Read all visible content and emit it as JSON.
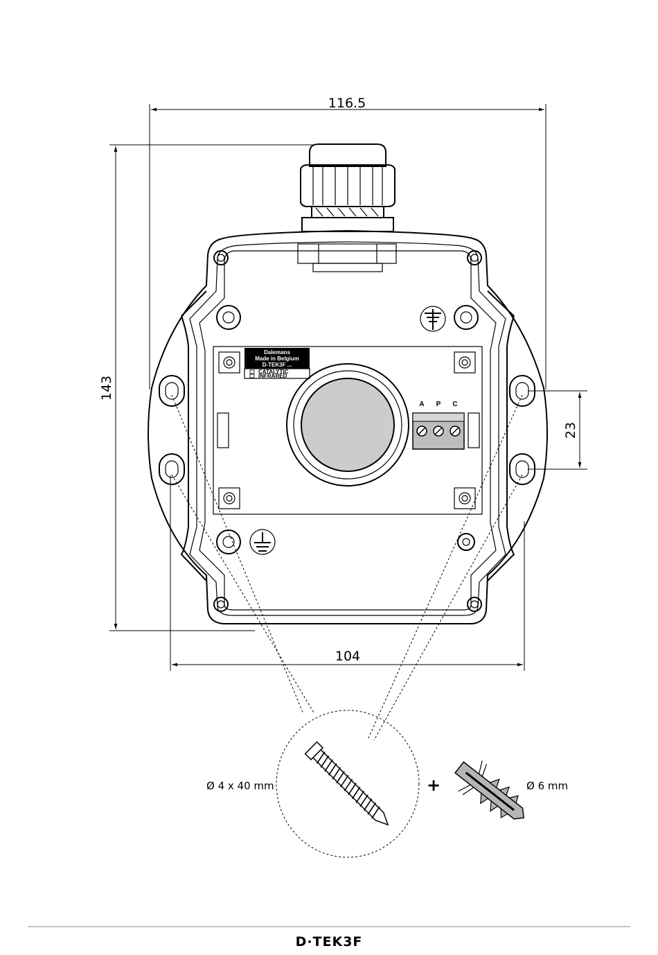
{
  "dimensions": {
    "overall_width": "116.5",
    "overall_height": "143",
    "hole_spacing_horizontal": "104",
    "hole_spacing_vertical": "23"
  },
  "product_label": {
    "line1": "Dalemans",
    "line2": "Made in Belgium",
    "line3": "D-TEK3F ...",
    "options": [
      "CATALYTIC",
      "INFRARED"
    ]
  },
  "terminals": [
    "A",
    "P",
    "C"
  ],
  "hardware": {
    "screw_spec": "Ø 4 x 40 mm",
    "plus_sign": "+",
    "plug_spec": "Ø 6 mm"
  },
  "footer": {
    "logo": "D·TEK3F"
  },
  "colors": {
    "sensor_window": "#cccccc",
    "terminal_block": "#bdbdbd",
    "plug": "#b5b5b5",
    "label_header": "#000000"
  }
}
